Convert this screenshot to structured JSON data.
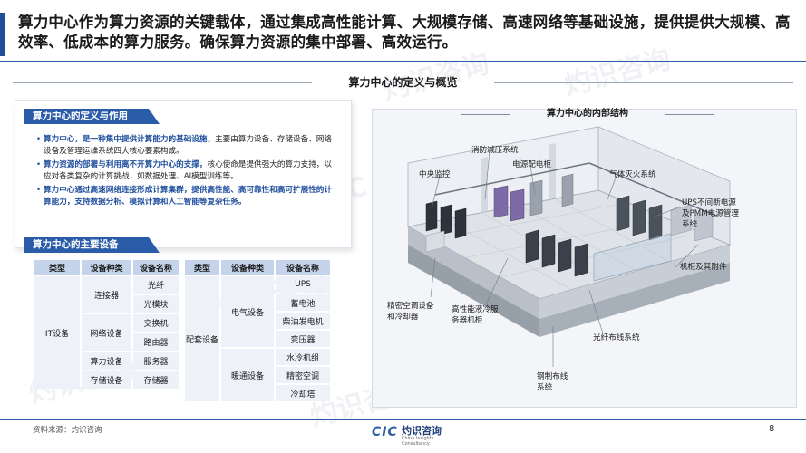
{
  "header": {
    "text": "算力中心作为算力资源的关键载体，通过集成高性能计算、大规模存储、高速网络等基础设施，提供提供大规模、高效率、低成本的算力服务。确保算力资源的集中部署、高效运行。"
  },
  "section_title": "算力中心的定义与概览",
  "definition": {
    "tag": "算力中心的定义与作用",
    "bullets": [
      {
        "lead": "算力中心，是一种集中提供计算能力的基础设施，",
        "rest": "主要由算力设备、存储设备、网络设备及管理运维系统四大核心要素构成。"
      },
      {
        "lead": "算力资源的部署与利用离不开算力中心的支撑，",
        "rest": "核心使命是提供强大的算力支持，以应对各类复杂的计算挑战，如数据处理、AI模型训练等。"
      },
      {
        "lead": "算力中心通过高速网络连接形成计算集群，提供高性能、高可靠性和高可扩展性的计算能力，支持数据分析、模拟计算和人工智能等复杂任务。",
        "rest": ""
      }
    ]
  },
  "equipment": {
    "tag": "算力中心的主要设备",
    "headers": [
      "类型",
      "设备种类",
      "设备名称"
    ],
    "it_table": {
      "type": "IT设备",
      "groups": [
        {
          "kind": "连接器",
          "items": [
            "光纤",
            "光模块"
          ]
        },
        {
          "kind": "网络设备",
          "items": [
            "交换机",
            "路由器"
          ]
        },
        {
          "kind": "算力设备",
          "items": [
            "服务器"
          ]
        },
        {
          "kind": "存储设备",
          "items": [
            "存储器"
          ]
        }
      ]
    },
    "support_table": {
      "type": "配套设备",
      "groups": [
        {
          "kind": "电气设备",
          "items": [
            "UPS",
            "蓄电池",
            "柴油发电机",
            "变压器"
          ]
        },
        {
          "kind": "暖通设备",
          "items": [
            "水冷机组",
            "精密空调",
            "冷却塔"
          ]
        }
      ]
    }
  },
  "structure": {
    "title": "算力中心的内部结构",
    "labels": {
      "fire_suppression": "消防减压系统",
      "central_monitor": "中央监控",
      "power_cabinet": "电源配电柜",
      "gas_fire": "气体灭火系统",
      "ups_pmm": "UPS不间断电源及PMM电源管理系统",
      "rack_accessories": "机柜及其附件",
      "precision_ac": "精密空调设备和冷却器",
      "liquid_cooling": "高性能液冷服务器机柜",
      "fiber_cabling": "光纤布线系统",
      "steel_cabling": "钢制布线系统"
    }
  },
  "footer": {
    "source": "资料来源：灼识咨询",
    "page": "8",
    "logo_cic": "CIC",
    "logo_cn": "灼识咨询",
    "logo_en": "China Insights Consultancy"
  },
  "watermark": {
    "cn": "灼识咨询",
    "cic": "CIC",
    "en": "China Insights Consultancy"
  },
  "colors": {
    "primary": "#1f4e9c",
    "tag_blue": "#2a5caa",
    "table_header": "#c5d4ea",
    "table_cell": "#eef2f8"
  }
}
